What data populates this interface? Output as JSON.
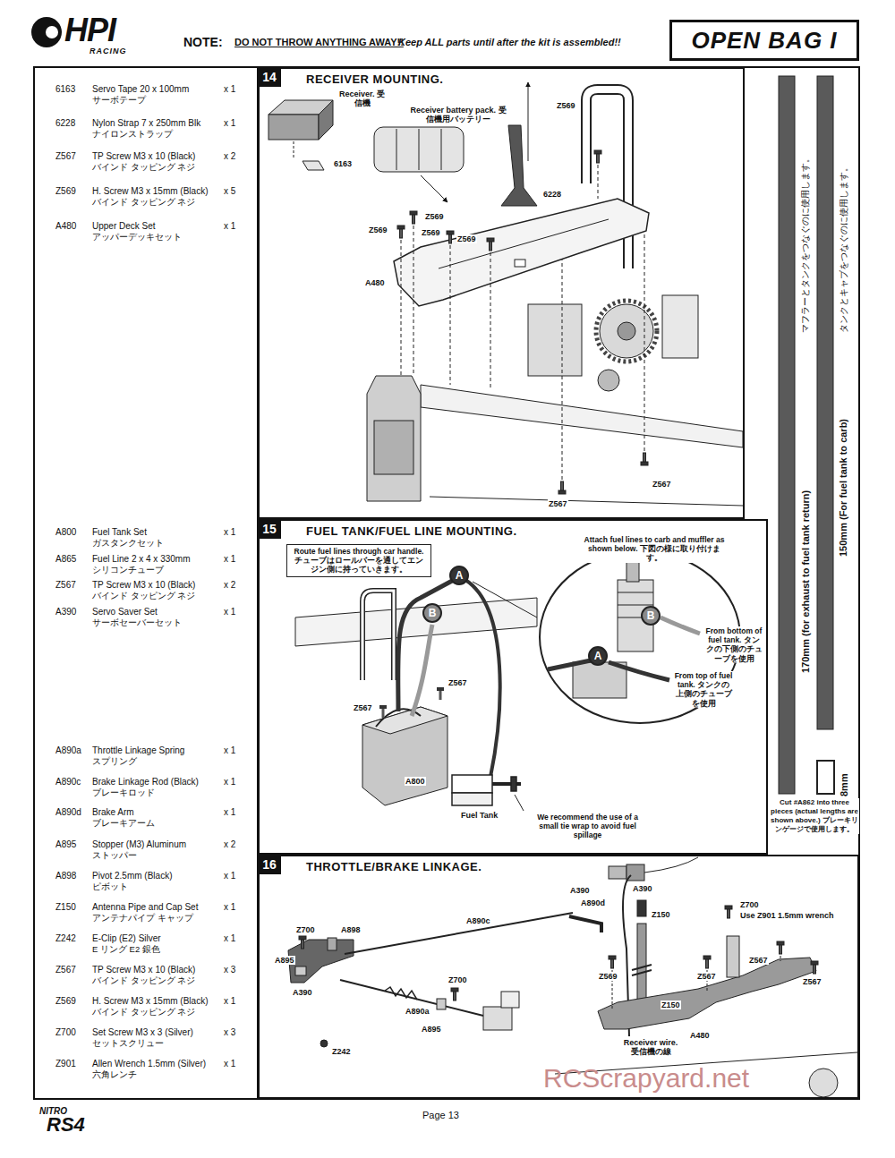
{
  "diagram": {
    "nodes": [
      {
        "text": [
          "OPEN BAG I"
        ]
      },
      {
        "text": [
          "14",
          "RECEIVER MOUNTING."
        ]
      },
      {
        "text": [
          "15",
          "FUEL TANK/FUEL LINE MOUNTING."
        ]
      },
      {
        "text": [
          "Route fuel lines through car handle. チューブはロールバーを通してエンジン側に持っていきます。"
        ],
        "in": 2
      },
      {
        "text": [
          "A"
        ],
        "in": 2
      },
      {
        "text": [
          "B"
        ],
        "in": 2
      },
      {
        "text": [
          "B"
        ],
        "in": 2
      },
      {
        "text": [
          "A"
        ],
        "in": 2
      },
      {
        "text": [
          "16",
          "THROTTLE/BRAKE LINKAGE."
        ]
      }
    ],
    "labels": [
      "HPI",
      "RACING",
      "NOTE:",
      "DO NOT THROW ANYTHING AWAY!!",
      "Keep ALL parts until after the kit is assembled!!",
      "6163",
      "Servo Tape 20 x 100mm",
      "サーボテープ",
      "x 1",
      "6228",
      "Nylon Strap 7 x 250mm Blk",
      "ナイロンストラップ",
      "x 1",
      "Z567",
      "TP Screw M3 x 10 (Black)",
      "バインド タッピング ネジ",
      "x 2",
      "Z569",
      "H. Screw M3 x 15mm (Black)",
      "バインド タッピング ネジ",
      "x 5",
      "A480",
      "Upper Deck Set",
      "アッパーデッキセット",
      "x 1",
      "A800",
      "Fuel Tank Set",
      "ガスタンクセット",
      "x 1",
      "A865",
      "Fuel Line 2 x 4 x 330mm",
      "シリコンチューブ",
      "x 1",
      "Z567",
      "TP Screw M3 x 10 (Black)",
      "バインド タッピング ネジ",
      "x 2",
      "A390",
      "Servo Saver Set",
      "サーボセーバーセット",
      "x 1",
      "A890a",
      "Throttle Linkage Spring",
      "スプリング",
      "x 1",
      "A890c",
      "Brake Linkage Rod (Black)",
      "ブレーキロッド",
      "x 1",
      "A890d",
      "Brake Arm",
      "ブレーキアーム",
      "x 1",
      "A895",
      "Stopper (M3) Aluminum",
      "ストッパー",
      "x 2",
      "A898",
      "Pivot 2.5mm (Black)",
      "ピボット",
      "x 1",
      "Z150",
      "Antenna Pipe and Cap Set",
      "アンテナパイプ キャップ",
      "x 1",
      "Z242",
      "E-Clip (E2) Silver",
      "E リング E2 銀色",
      "x 1",
      "Z567",
      "TP Screw M3 x 10 (Black)",
      "バインド タッピング ネジ",
      "x 3",
      "Z569",
      "H. Screw M3 x 15mm (Black)",
      "バインド タッピング ネジ",
      "x 1",
      "Z700",
      "Set Screw M3 x 3 (Silver)",
      "セットスクリュー",
      "x 3",
      "Z901",
      "Allen Wrench 1.5mm (Silver)",
      "六角レンチ",
      "x 1",
      "Receiver. 受信機",
      "Receiver battery pack. 受信機用バッテリー",
      "6163",
      "6228",
      "Z569",
      "Z569",
      "Z569",
      "Z569",
      "Z569",
      "A480",
      "Z567",
      "Z567",
      "Attach fuel lines to carb and muffler as shown below. 下図の様に取り付けます。",
      "From bottom of fuel tank. タンクの下側のチューブを使用",
      "From top of fuel tank. タンクの上側のチューブを使用",
      "Z567",
      "Z567",
      "A800",
      "Fuel Tank",
      "We recommend the use of a small tie wrap to avoid fuel spillage",
      "170mm (for exhaust to fuel tank return)",
      "マフラーとタンクをつなぐのに使用します。",
      "150mm (For fuel tank to carb)",
      "タンクとキャブをつなぐのに使用します。",
      "8mm",
      "Cut #A862 into three pieces (actual lengths are shown above.) ブレーキリンゲージで使用します。",
      "A390",
      "A390",
      "A890d",
      "A890c",
      "Z700",
      "A898",
      "A895",
      "Z700",
      "A390",
      "A890a",
      "A895",
      "Z242",
      "Z150",
      "Z150",
      "Z569",
      "Z567",
      "Z567",
      "Z567",
      "Z700",
      "Use Z901 1.5mm wrench",
      "A480",
      "Receiver wire. 受信機の線",
      "NITRO",
      "RS4",
      "Page 13",
      "RCScrapyard.net"
    ]
  }
}
